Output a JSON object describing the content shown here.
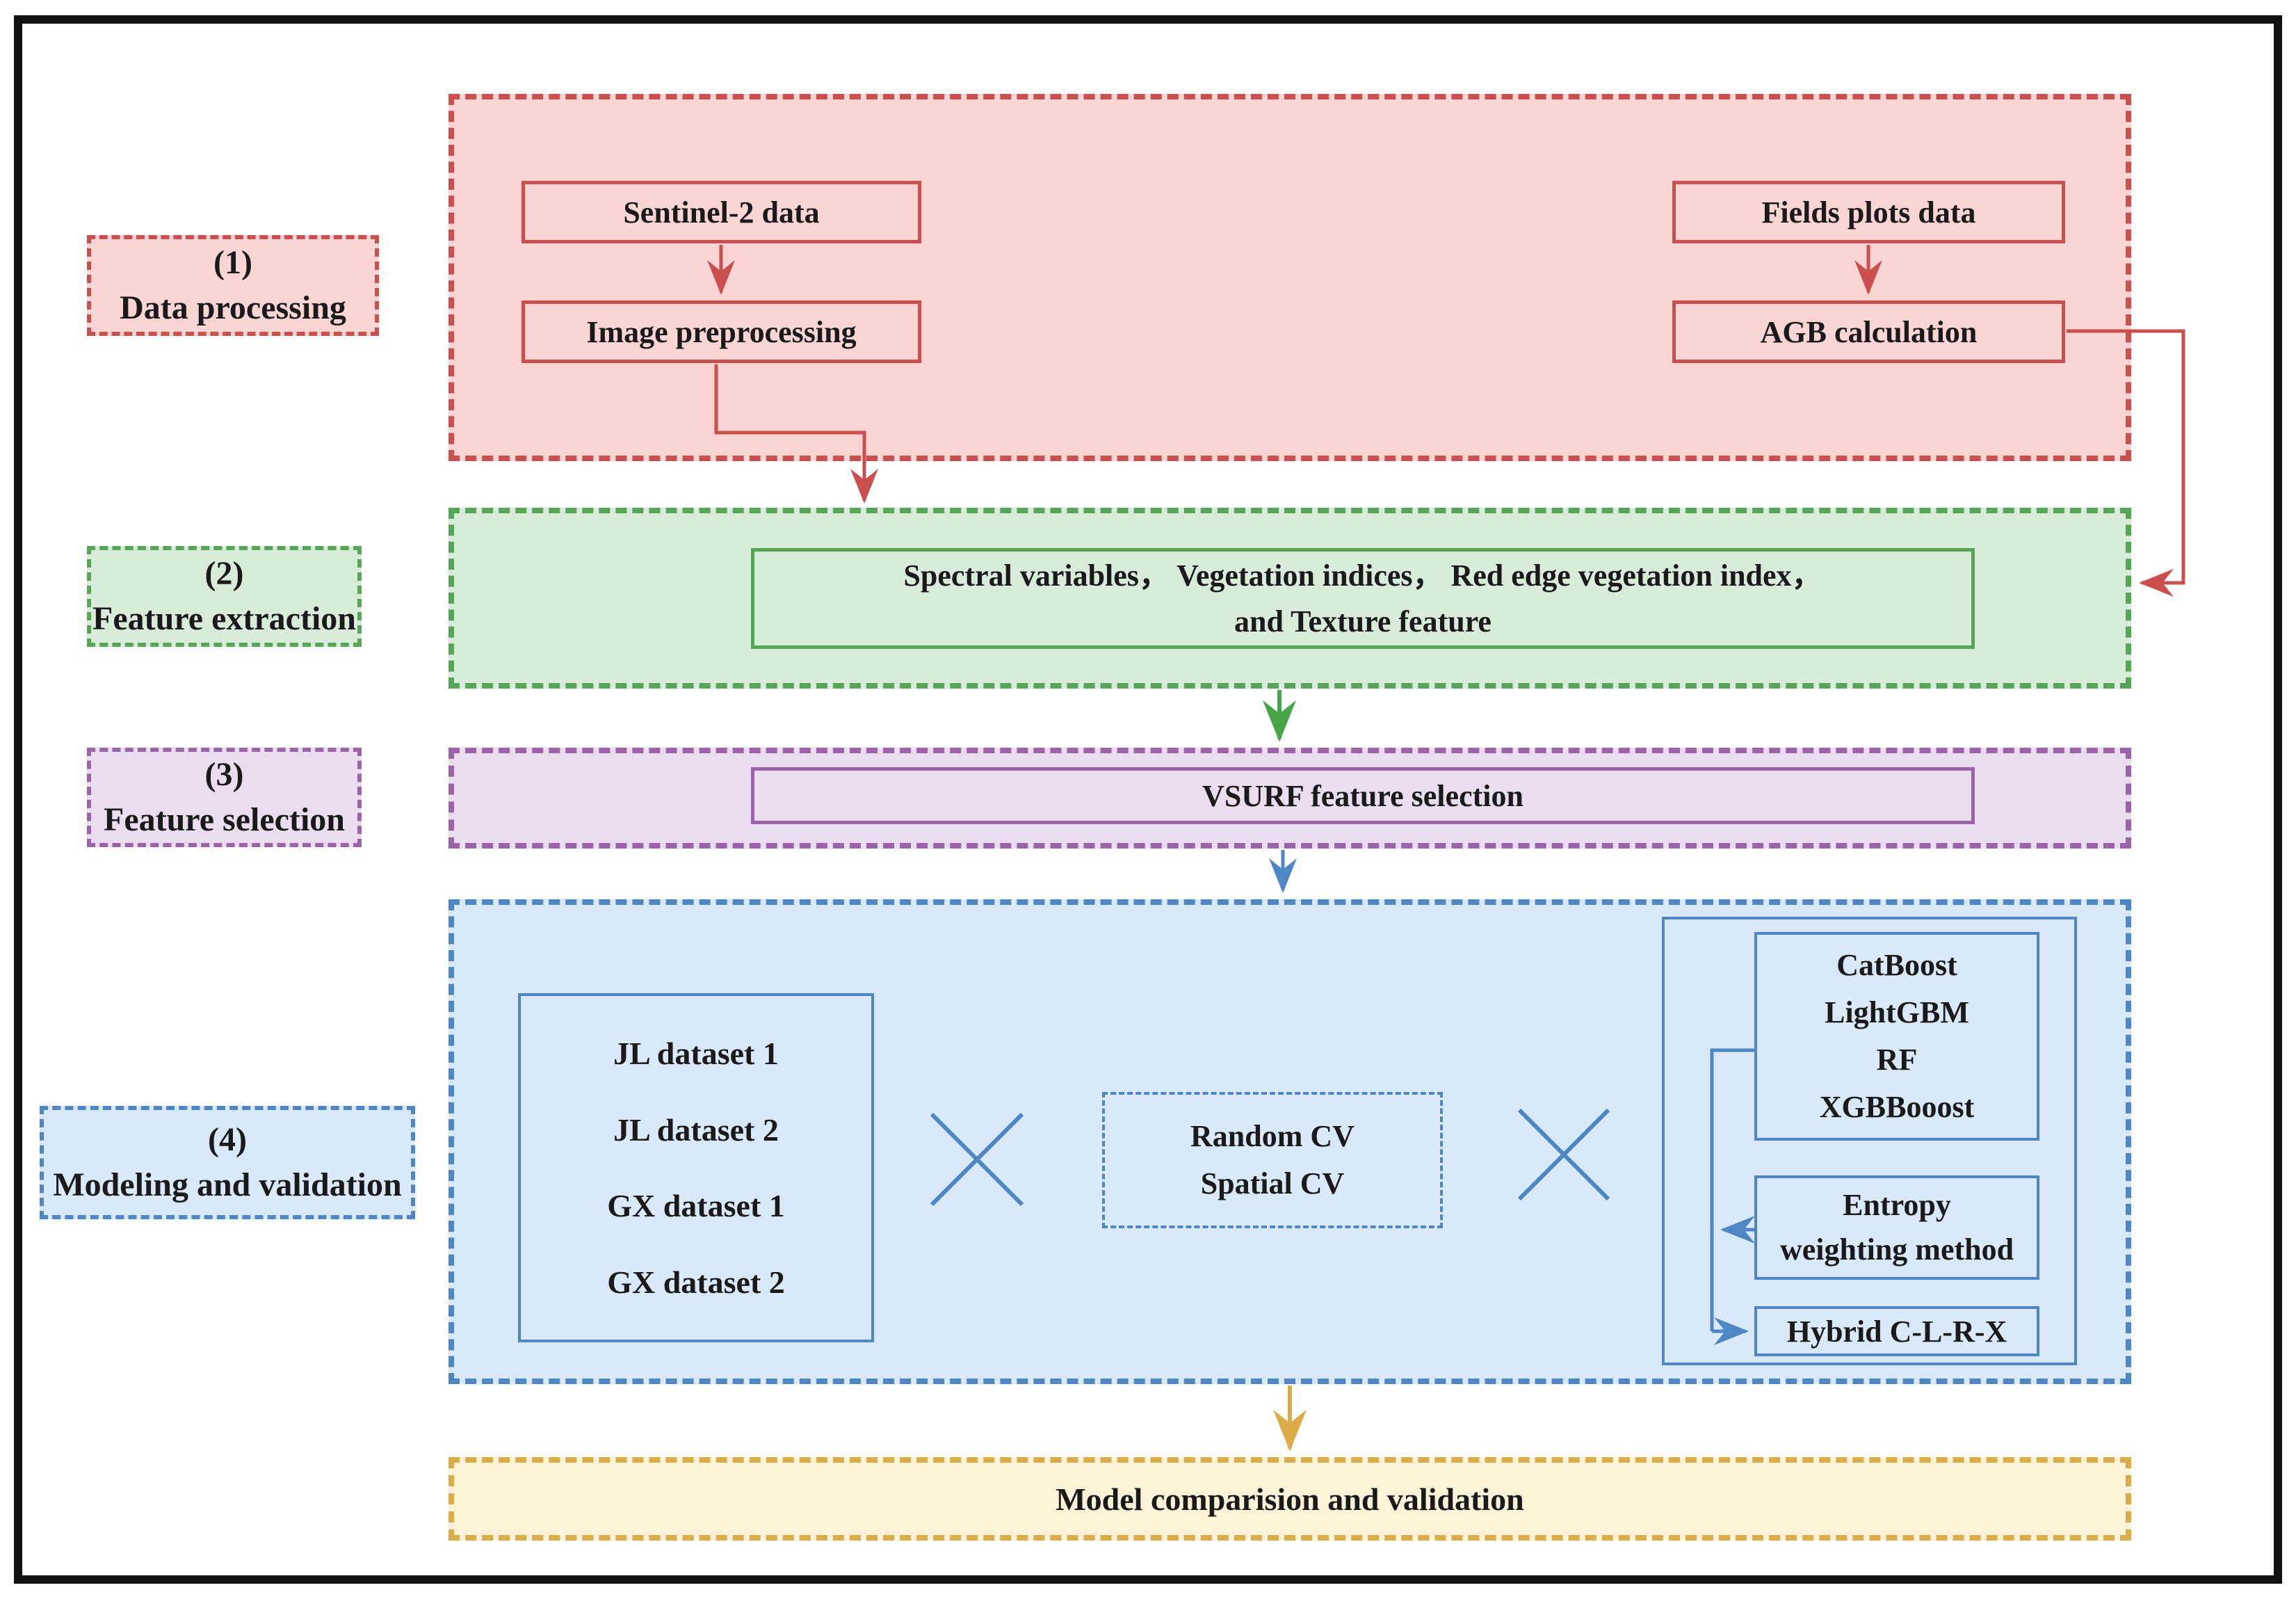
{
  "figure": {
    "type": "flowchart",
    "stages": [
      {
        "num": "(1)",
        "name": "Data processing"
      },
      {
        "num": "(2)",
        "name": "Feature extraction"
      },
      {
        "num": "(3)",
        "name": "Feature selection"
      },
      {
        "num": "(4)",
        "name": "Modeling and validation"
      }
    ],
    "data_processing": {
      "sentinel": "Sentinel-2 data",
      "image_preprocessing": "Image preprocessing",
      "fields_plots": "Fields plots data",
      "agb": "AGB calculation"
    },
    "feature_extraction": {
      "line1": "Spectral variables， Vegetation indices， Red edge vegetation index，",
      "line2": "and Texture feature"
    },
    "feature_selection": {
      "vsurf": "VSURF feature selection"
    },
    "modeling": {
      "datasets": [
        "JL dataset 1",
        "JL dataset 2",
        "GX dataset 1",
        "GX dataset 2"
      ],
      "cv": [
        "Random CV",
        "Spatial CV"
      ],
      "models": [
        "CatBoost",
        "LightGBM",
        "RF",
        "XGBBooost"
      ],
      "entropy_line1": "Entropy",
      "entropy_line2": "weighting method",
      "hybrid": "Hybrid C-L-R-X"
    },
    "footer": {
      "final": "Model comparision and validation"
    },
    "colors": {
      "red": "#c9504e",
      "red_fill": "#fbd5d3",
      "green": "#55a757",
      "green_fill": "#d9ecda",
      "purple": "#9c64a8",
      "purple_fill": "#e9ddef",
      "blue": "#4e86c6",
      "blue_fill": "#d9e9fa",
      "gold": "#dcac49",
      "gold_fill": "#fcf2d7"
    }
  }
}
